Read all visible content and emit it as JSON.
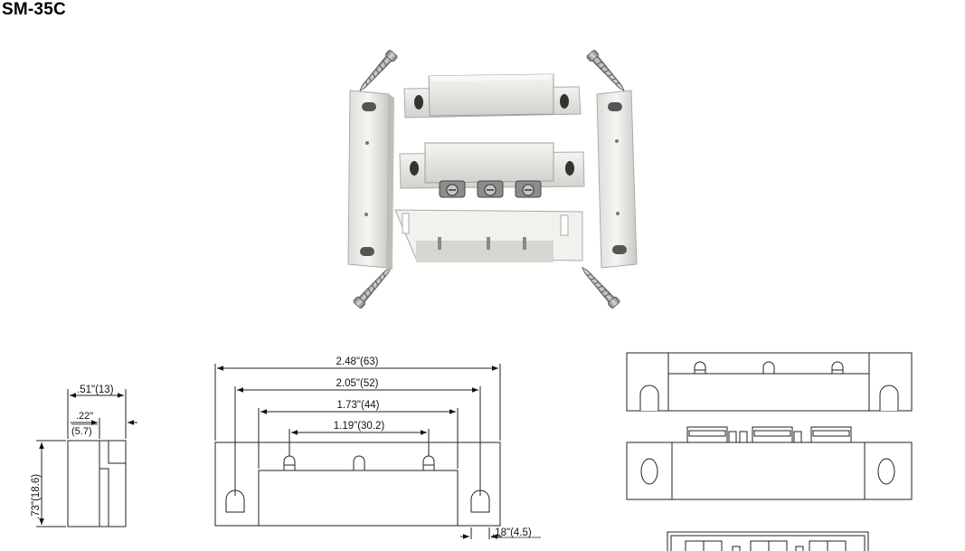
{
  "title": "SM-35C",
  "photo": {
    "alt_name": "product-photo"
  },
  "side_view": {
    "width_label": ".51\"(13)",
    "inner_top_label": ".22\"",
    "inner_bottom_label": "(5.7)",
    "height_label": ".73\"(18.6)"
  },
  "front_view": {
    "dim_overall": "2.48\"(63)",
    "dim_holes": "2.05\"(52)",
    "dim_body": "1.73\"(44)",
    "dim_terminals": "1.19\"(30.2)",
    "dim_flange": ".18\"(4.5)"
  },
  "colors": {
    "line": "#222222",
    "plastic": "#e6e6e2",
    "metal": "#9a9a9a"
  }
}
